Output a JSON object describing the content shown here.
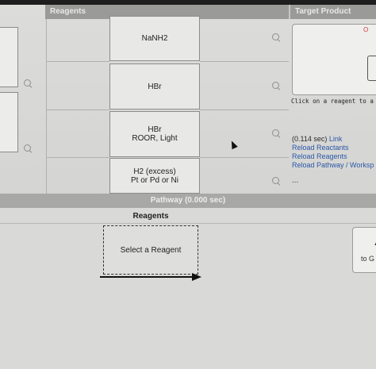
{
  "headers": {
    "reagents": "Reagents",
    "target": "Target Product"
  },
  "reagents": [
    {
      "lines": [
        "NaNH2",
        ""
      ]
    },
    {
      "lines": [
        "HBr",
        ""
      ]
    },
    {
      "lines": [
        "HBr",
        "ROOR, Light"
      ]
    },
    {
      "lines": [
        "H2 (excess)",
        "Pt or Pd or Ni"
      ]
    }
  ],
  "target": {
    "mark": "O",
    "instruction": "Click on a reagent to a",
    "status_time": "(0.114 sec)",
    "link": "Link",
    "reload_reactants": "Reload Reactants",
    "reload_reagents": "Reload Reagents",
    "reload_pathway": "Reload Pathway / Worksp",
    "ellipsis": "..."
  },
  "pathway": {
    "header": "Pathway (0.000 sec)",
    "title": "Reagents",
    "select_label": "Select a Reagent",
    "goal_label": "to G"
  },
  "colors": {
    "link": "#2a58a8",
    "header_bg": "#9a9a98"
  }
}
